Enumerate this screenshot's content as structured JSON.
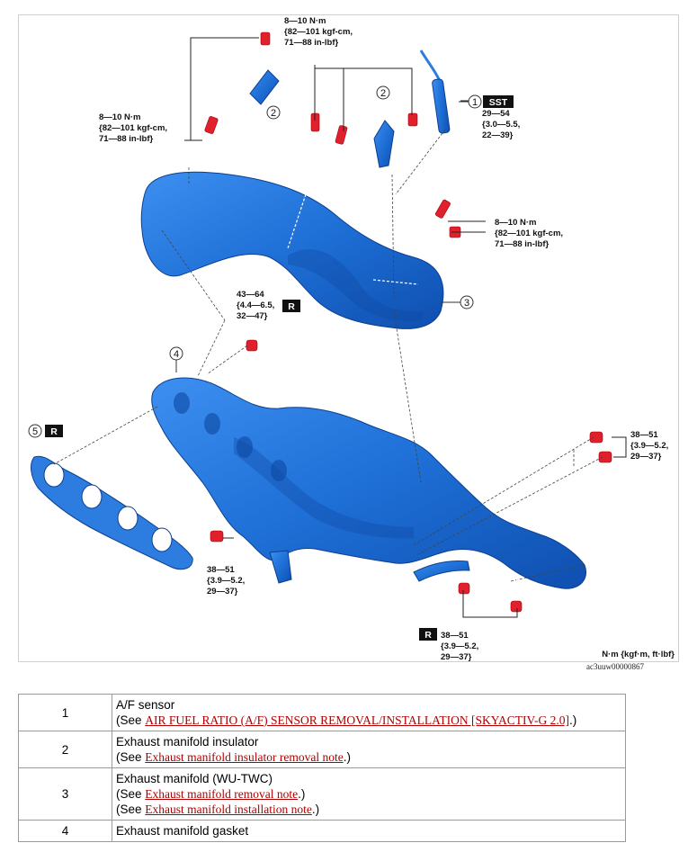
{
  "figure": {
    "torques": {
      "t_top": [
        "8—10 N·m",
        "{82—101 kgf-cm,",
        "71—88 in-lbf}"
      ],
      "t_left": [
        "8—10 N·m",
        "{82—101 kgf-cm,",
        "71—88 in-lbf}"
      ],
      "t_right": [
        "8—10 N·m",
        "{82—101 kgf-cm,",
        "71—88 in-lbf}"
      ],
      "t_sensor": [
        "29—54",
        "{3.0—5.5,",
        "22—39}"
      ],
      "t_nut_mid": [
        "43—64",
        "{4.4—6.5,",
        "32—47}"
      ],
      "t_right_bolts": [
        "38—51",
        "{3.9—5.2,",
        "29—37}"
      ],
      "t_left_bolt": [
        "38—51",
        "{3.9—5.2,",
        "29—37}"
      ],
      "t_bottom": [
        "38—51",
        "{3.9—5.2,",
        "29—37}"
      ]
    },
    "badges": {
      "sst": "SST",
      "replace": "R"
    },
    "callouts": [
      "1",
      "2",
      "3",
      "4",
      "5"
    ],
    "units_note": "N·m {kgf·m, ft·lbf}",
    "figure_code": "ac3uuw00000867",
    "colors": {
      "part_blue": "#1e6fd6",
      "bolt_red": "#e0202a",
      "link_red": "#b00000",
      "frame": "#cfcfcf"
    }
  },
  "parts_table": [
    {
      "num": "1",
      "name": "A/F sensor",
      "refs": [
        {
          "pre": "(See ",
          "link": "AIR FUEL RATIO (A/F) SENSOR REMOVAL/INSTALLATION [SKYACTIV-G 2.0]",
          "post": ".)"
        }
      ]
    },
    {
      "num": "2",
      "name": "Exhaust manifold insulator",
      "refs": [
        {
          "pre": "(See ",
          "link": "Exhaust manifold insulator removal note",
          "post": ".)"
        }
      ]
    },
    {
      "num": "3",
      "name": "Exhaust manifold (WU-TWC)",
      "refs": [
        {
          "pre": "(See ",
          "link": "Exhaust manifold removal note",
          "post": ".)"
        },
        {
          "pre": "(See ",
          "link": "Exhaust manifold installation note",
          "post": ".)"
        }
      ]
    },
    {
      "num": "4",
      "name": "Exhaust manifold gasket",
      "refs": []
    }
  ]
}
